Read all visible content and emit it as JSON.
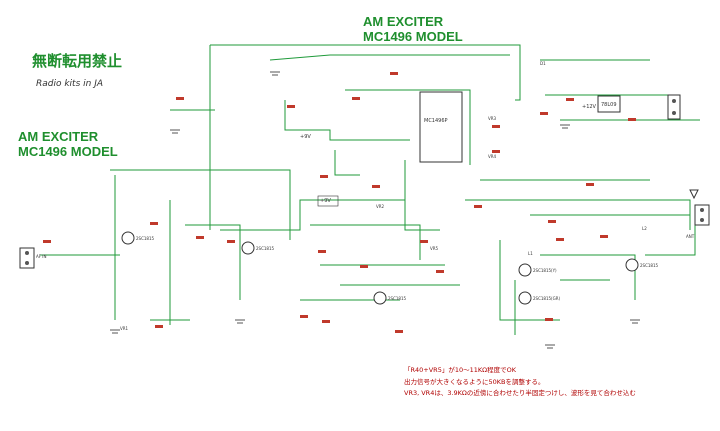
{
  "title_top": {
    "line1": "AM EXCITER",
    "line2": "MC1496 MODEL"
  },
  "title_left": {
    "line1": "AM EXCITER",
    "line2": "MC1496 MODEL"
  },
  "jp_notice": "無断転用禁止",
  "credit": "Radio kits in JA",
  "ic_label": "MC1496P",
  "transistor_labels": [
    "2SC1815",
    "2SC1815",
    "2SC1815",
    "2SC1815(Y)",
    "2SC1815(GR)",
    "2SC1815"
  ],
  "regulator_label": "78L09",
  "connector_left_label": "AF IN",
  "connector_right_label": "ANT",
  "supply_labels": [
    "+12V",
    "+9V",
    "+9V"
  ],
  "ref_labels": [
    "VR1",
    "VR2",
    "VR3",
    "VR4",
    "VR5",
    "L1",
    "L2",
    "D1"
  ],
  "notes": [
    "「R40+VR5」が10～11KΩ程度でOK",
    "出力信号が大きくなるように50KBを調整する。",
    "VR3, VR4は、3.9KΩの近傍に合わせたり半固定つけし、波形を見て合わせ込む"
  ],
  "colors": {
    "wire": "#1f9a3a",
    "part": "#c0392b",
    "title": "#1f8f2e",
    "note": "#b00000"
  }
}
